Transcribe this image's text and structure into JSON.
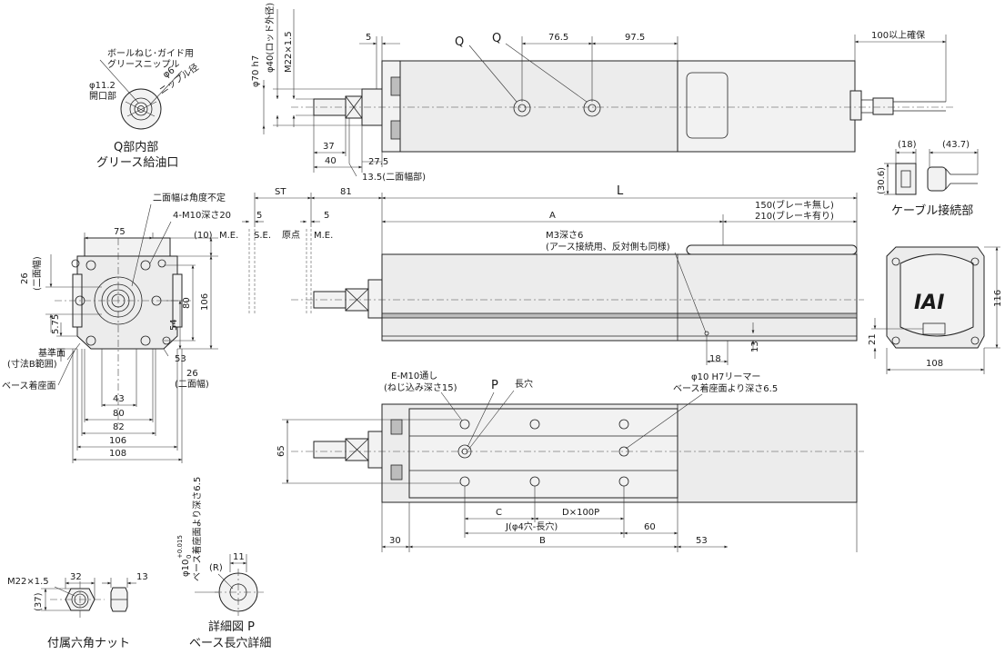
{
  "views": {
    "q_detail": {
      "title": "Q部内部",
      "subtitle": "グリース給油口",
      "nipple_note": "ボールねじ･ガイド用グリースニップル",
      "nipple_note_line1": "ボールねじ･ガイド用",
      "nipple_note_line2": "グリースニップル",
      "opening_dia": "φ11.2",
      "opening_label": "開口部",
      "nipple_dia": "φ6",
      "nipple_label": "ニップル径"
    },
    "top_view": {
      "q_left": "Q",
      "q_right": "Q",
      "dim_5": "5",
      "dim_76_5": "76.5",
      "dim_97_5": "97.5",
      "cable_clearance": "100以上確保",
      "rod_dia": "φ40(ロッド外径)",
      "thread": "M22×1.5",
      "flange_dia": "φ70 h7",
      "dim_37": "37",
      "dim_40": "40",
      "dim_27_5": "27.5",
      "dim_13_5": "13.5(二面幅部)"
    },
    "cable_view": {
      "dim_18": "(18)",
      "dim_43_7": "(43.7)",
      "dim_30_6": "(30.6)",
      "title": "ケーブル接続部"
    },
    "front_view": {
      "width_flat_note": "二面幅は角度不定",
      "tap_note": "4-M10深さ20",
      "dim_75": "75",
      "dim_10": "(10)",
      "dim_26_flat": "26",
      "dim_26_flat_sub": "(二面幅)",
      "dim_80": "80",
      "dim_106": "106",
      "dim_54": "54",
      "dim_5_75": "5.75",
      "dim_53": "53",
      "dim_26": "26",
      "dim_26_sub": "(二面幅)",
      "datum_note": "基準面",
      "datum_note_sub": "(寸法B範囲)",
      "base_surface": "ベース着座面",
      "dim_43": "43",
      "dim_80b": "80",
      "dim_82": "82",
      "dim_106b": "106",
      "dim_108": "108"
    },
    "side_view": {
      "st": "ST",
      "dim_81": "81",
      "l": "L",
      "a": "A",
      "brake_none": "150(ブレーキ無し)",
      "brake_with": "210(ブレーキ有り)",
      "dim_5a": "5",
      "dim_5b": "5",
      "me_left": "M.E.",
      "se": "S.E.",
      "origin": "原点",
      "me_right": "M.E.",
      "m3_note": "M3深さ6",
      "m3_note_sub": "(アース接続用、反対側も同様)",
      "dim_18": "18",
      "dim_13": "13"
    },
    "rear_view": {
      "logo": "IAI",
      "dim_116": "116",
      "dim_21": "21",
      "dim_108": "108"
    },
    "bottom_view": {
      "e_m10": "E-M10通し",
      "e_m10_sub": "(ねじ込み深さ15)",
      "p": "P",
      "slot": "長穴",
      "reamer": "φ10 H7リーマー",
      "reamer_sub": "ベース着座面より深さ6.5",
      "dim_65": "65",
      "c": "C",
      "d": "D×100P",
      "j": "J(φ4穴-長穴)",
      "dim_60": "60",
      "dim_30": "30",
      "b": "B",
      "dim_53": "53"
    },
    "slot_detail": {
      "dia_label": "φ10+0.015 0 ベース着座面より深さ6.5",
      "dia_main": "φ10",
      "tol_upper": "+0.015",
      "tol_lower": "0",
      "depth_note": "ベース着座面より深さ6.5",
      "r_label": "(R)",
      "dim_11": "11",
      "title": "詳細図 P",
      "subtitle": "ベース長穴詳細"
    },
    "nut_view": {
      "thread": "M22×1.5",
      "dim_32": "32",
      "dim_13": "13",
      "dim_37": "(37)",
      "title": "付属六角ナット"
    }
  }
}
